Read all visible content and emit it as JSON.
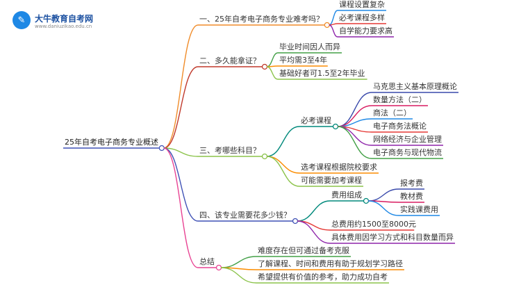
{
  "logo": {
    "icon": "book-icon",
    "name": "大牛教育自考网",
    "url": "www.daniuzikao.edu.cn"
  },
  "mindmap": {
    "root": "25年自考电子商务专业概述",
    "branches": [
      {
        "label": "一、25年自考电子商务专业难考吗？",
        "color": "#f08c2a",
        "children": [
          {
            "label": "课程设置复杂"
          },
          {
            "label": "必考课程多样"
          },
          {
            "label": "自学能力要求高"
          }
        ]
      },
      {
        "label": "二、多久能拿证？",
        "color": "#c0392b",
        "children": [
          {
            "label": "毕业时间因人而异"
          },
          {
            "label": "平均需3至4年"
          },
          {
            "label": "基础好者可1.5至2年毕业"
          }
        ]
      },
      {
        "label": "三、考哪些科目？",
        "color": "#8bc34a",
        "children": [
          {
            "label": "必考课程",
            "children": [
              {
                "label": "马克思主义基本原理概论"
              },
              {
                "label": "数量方法（二）"
              },
              {
                "label": "商法（二）"
              },
              {
                "label": "电子商务法概论"
              },
              {
                "label": "网络经济与企业管理"
              },
              {
                "label": "电子商务与现代物流"
              }
            ]
          },
          {
            "label": "选考课程根据院校要求"
          },
          {
            "label": "可能需要加考课程"
          }
        ]
      },
      {
        "label": "四、该专业需要花多少钱？",
        "color": "#3f51b5",
        "children": [
          {
            "label": "费用组成",
            "children": [
              {
                "label": "报考费"
              },
              {
                "label": "教材费"
              },
              {
                "label": "实践课费用"
              }
            ]
          },
          {
            "label": "总费用约1500至8000元"
          },
          {
            "label": "具体费用因学习方式和科目数量而异"
          }
        ]
      },
      {
        "label": "总结",
        "color": "#e84393",
        "children": [
          {
            "label": "难度存在但可通过备考克服"
          },
          {
            "label": "了解课程、时间和费用有助于规划学习路径"
          },
          {
            "label": "希望提供有价值的参考，助力成功自考"
          }
        ]
      }
    ],
    "child_colors": [
      "#1e88e5",
      "#e53935",
      "#8e24aa",
      "#43a047",
      "#fb8c00",
      "#8bc34a",
      "#00897b",
      "#3949ab",
      "#d81b60"
    ]
  }
}
